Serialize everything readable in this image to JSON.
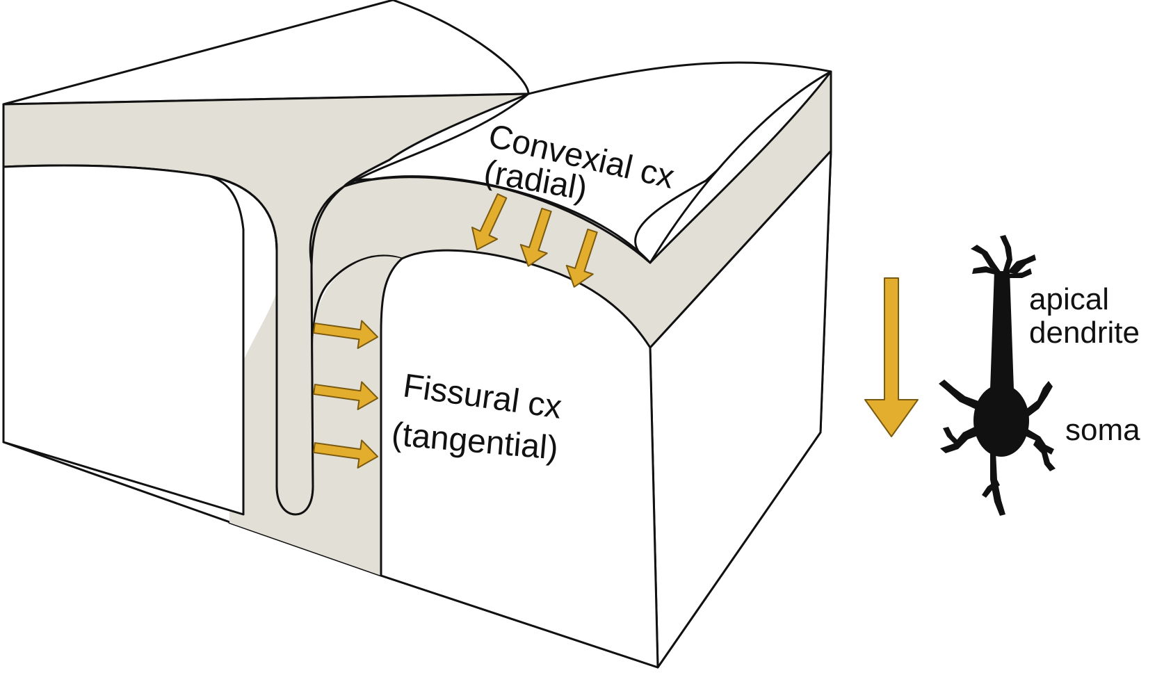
{
  "labels": {
    "convexial_title": "Convexial cx",
    "convexial_sub": "(radial)",
    "fissural_title": "Fissural cx",
    "fissural_sub": "(tangential)",
    "apical": "apical",
    "dendrite": "dendrite",
    "soma": "soma"
  },
  "colors": {
    "cortex_fill": "#e2dfd6",
    "arrow_fill": "#e3ad2d",
    "arrow_stroke": "#7a5a10",
    "outline": "#111111",
    "neuron": "#111111",
    "background": "#ffffff"
  },
  "icons": {
    "neuron": "pyramidal-neuron-icon",
    "arrow": "arrow-icon"
  }
}
